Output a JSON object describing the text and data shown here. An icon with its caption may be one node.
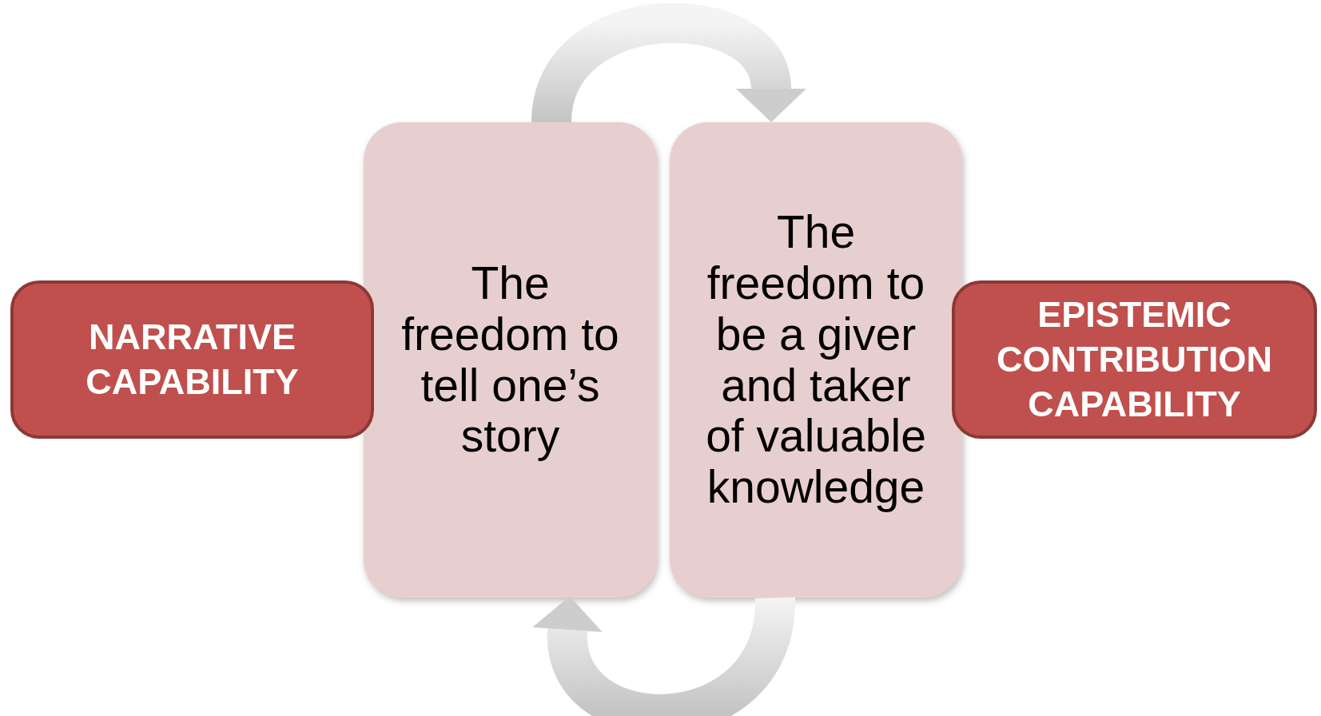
{
  "diagram": {
    "nodes": [
      {
        "text": [
          "NARRATIVE CAPABILITY"
        ]
      },
      {
        "text": [
          "The freedom to tell one’s story"
        ]
      },
      {
        "text": [
          "The freedom to be a giver and taker of valuable knowledge"
        ]
      },
      {
        "text": [
          "EPISTEMIC CONTRIBUTION CAPABILITY"
        ]
      }
    ],
    "edges": [
      {
        "from": 1,
        "to": 2,
        "arrow": "to",
        "style": "thick"
      },
      {
        "from": 2,
        "to": 1,
        "arrow": "to",
        "style": "thick"
      }
    ]
  }
}
